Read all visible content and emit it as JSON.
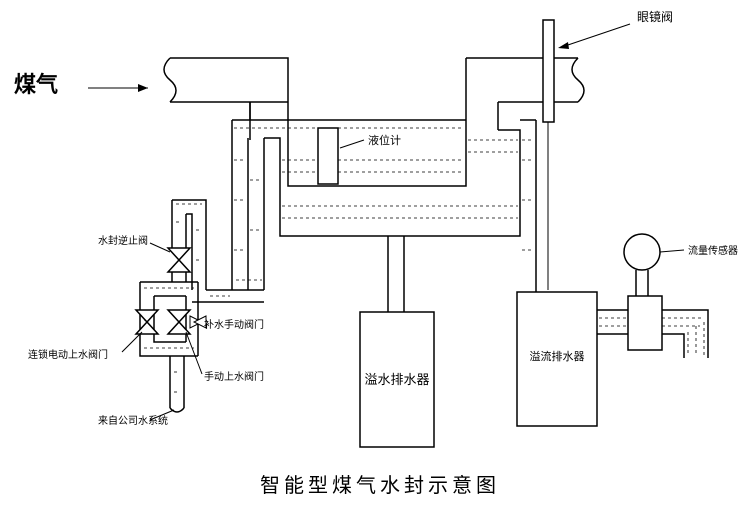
{
  "labels": {
    "gas": "煤气",
    "blind_valve": "眼镜阀",
    "level_gauge": "液位计",
    "seal_check_valve": "水封逆止阀",
    "makeup_manual_valve": "补水手动阀门",
    "interlock_electric_valve": "连锁电动上水阀门",
    "manual_inlet_valve": "手动上水阀门",
    "company_water": "来自公司水系统",
    "flow_sensor": "流量传感器",
    "overflow_drain": "溢水排水器",
    "overflow_flow_drain": "溢流排水器"
  },
  "caption": "智能型煤气水封示意图"
}
